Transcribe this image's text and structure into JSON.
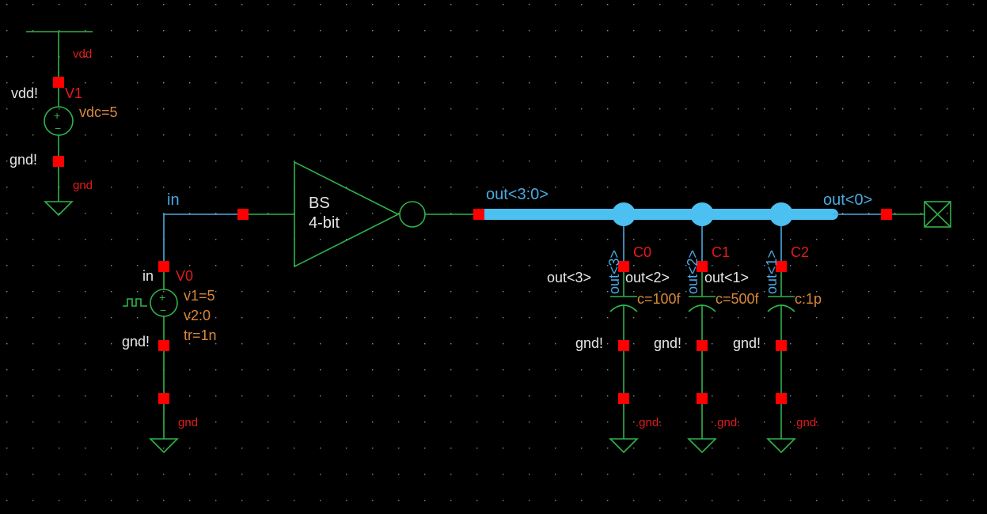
{
  "colors": {
    "background": "#000000",
    "wire": "#4aa9e0",
    "bus": "#4cc0f0",
    "symbol": "#2fb34a",
    "pin": "#ff0000",
    "instance": "#e41b1b",
    "param": "#d9883a",
    "label": "#e6e6e6"
  },
  "vdd_source": {
    "net_label": "vdd",
    "pin_label": "vdd!",
    "instance": "V1",
    "param": "vdc=5",
    "gnd_pin_label": "gnd!",
    "gnd_label": "gnd"
  },
  "pulse_source": {
    "net_label": "in",
    "pin_label": "in",
    "instance": "V0",
    "params": [
      "v1=5",
      "v2:0",
      "tr=1n"
    ],
    "gnd_pin_label": "gnd!",
    "gnd_label": "gnd"
  },
  "buffer": {
    "name": "BS",
    "subtitle": "4-bit"
  },
  "bus": {
    "label": "out<3:0>",
    "tap_label": "out<0>"
  },
  "caps": [
    {
      "instance": "C0",
      "net": "out<3>",
      "pin_label": "out<3>",
      "param": "c=100f",
      "gnd_pin_label": "gnd!",
      "gnd_label": ".gnd."
    },
    {
      "instance": "C1",
      "net": "out<2>",
      "pin_label": "out<2>",
      "param": "c=500f",
      "gnd_pin_label": "gnd!",
      "gnd_label": ".gnd."
    },
    {
      "instance": "C2",
      "net": "out<1>",
      "pin_label": "out<1>",
      "param": "c:1p",
      "gnd_pin_label": "gnd!",
      "gnd_label": ".gnd."
    }
  ]
}
